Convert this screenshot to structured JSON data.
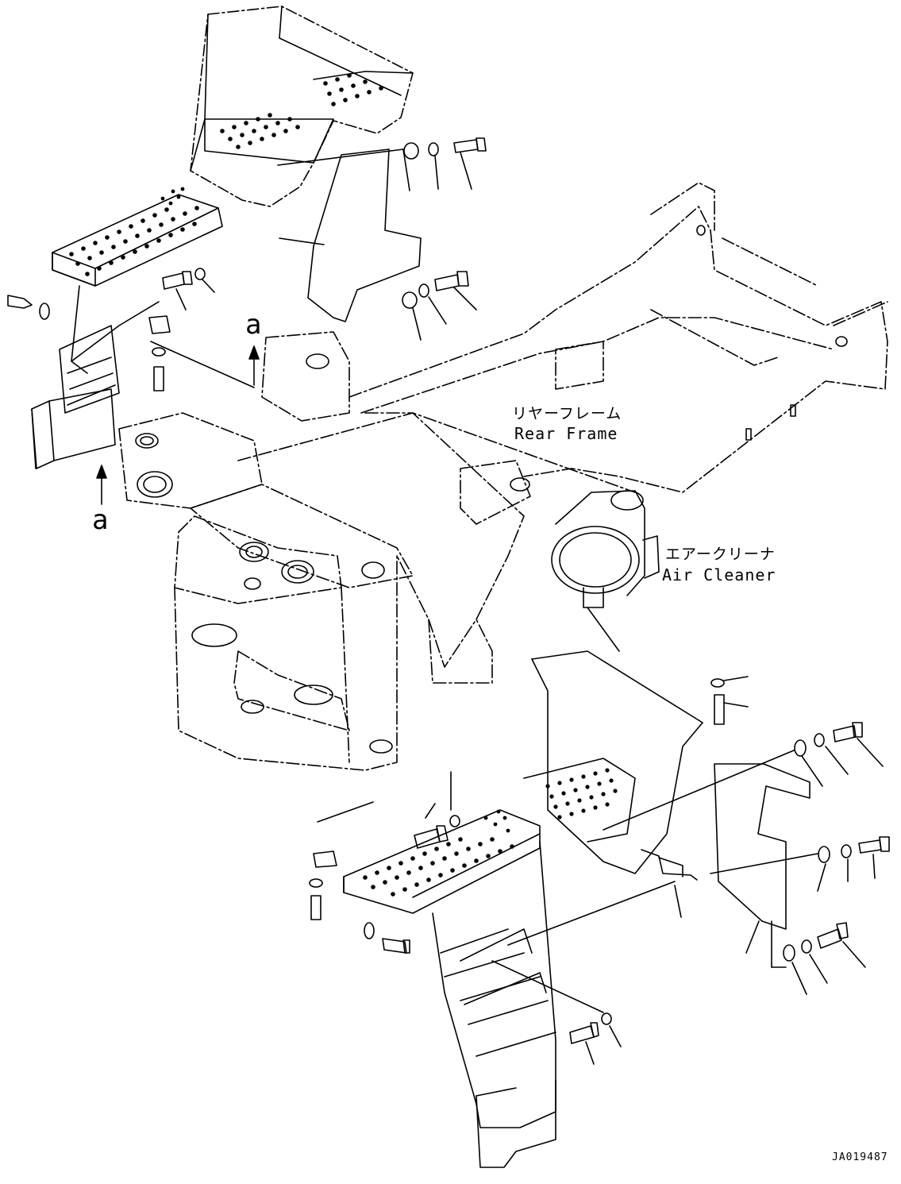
{
  "labels": {
    "rear_frame_jp": "リヤーフレーム",
    "rear_frame_en": "Rear Frame",
    "air_cleaner_jp": "エアークリーナ",
    "air_cleaner_en": "Air Cleaner",
    "view_marker_top": "a",
    "view_marker_left": "a",
    "drawing_number": "JA019487"
  },
  "colors": {
    "line": "#000000",
    "background": "#ffffff"
  }
}
